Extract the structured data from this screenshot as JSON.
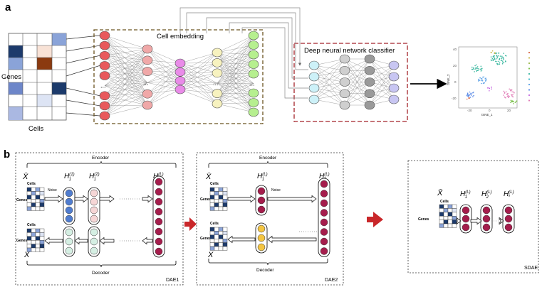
{
  "panel_a": {
    "label": "a",
    "genes_label": "Genes",
    "cells_label": "Cells",
    "cell_embedding_title": "Cell embedding",
    "classifier_title": "Deep neural network classifier",
    "dots": "...",
    "tsne": {
      "ylabel": "tSNE_2",
      "xlabel": "tSNE_1",
      "xticks": [
        "-20",
        "0",
        "20"
      ],
      "yticks": [
        "40",
        "20",
        "0",
        "-20"
      ]
    }
  },
  "panel_b": {
    "label": "b",
    "encoder_label": "Encoder",
    "decoder_label": "Decoder",
    "cells_label": "Cells",
    "genes_label": "Genes",
    "noise_label": "Noise",
    "xbar": "X̄",
    "x": "X",
    "dae1": {
      "title": "DAE1",
      "h_labels": [
        "H",
        "H",
        "H"
      ],
      "h_subs": [
        "1",
        "1",
        "1"
      ],
      "h_sups": [
        "(1)",
        "(2)",
        "(L)"
      ]
    },
    "dae2": {
      "title": "DAE2",
      "h_labels": [
        "H",
        "H"
      ],
      "h_subs": [
        "1",
        "2"
      ],
      "h_sups": [
        "(L)",
        "(L)"
      ]
    },
    "sdae": {
      "title": "SDAE",
      "h_labels": [
        "H",
        "H",
        "H"
      ],
      "h_subs": [
        "1",
        "2",
        "*"
      ],
      "h_sups": [
        "(L)",
        "(L)",
        "(L)"
      ]
    }
  },
  "colors": {
    "red_node": "#e8595c",
    "salmon_node": "#f0a8a8",
    "magenta_node": "#e98be8",
    "yellow_node": "#f7f2bf",
    "green_node": "#b6ef8f",
    "cyan_node": "#cdf1f8",
    "gray_node": "#cfcfcf",
    "darkgray_node": "#9a9a9a",
    "lavender_node": "#c8c6f2",
    "maroon_node": "#a51d4c",
    "blue_node": "#4f7ccf",
    "pink_node": "#f6d6d6",
    "mint_node": "#d5efe3",
    "orange_node": "#f4c542",
    "arrow_red": "#c9272a",
    "embedding_border": "#6b5320",
    "classifier_border": "#a3232a"
  }
}
